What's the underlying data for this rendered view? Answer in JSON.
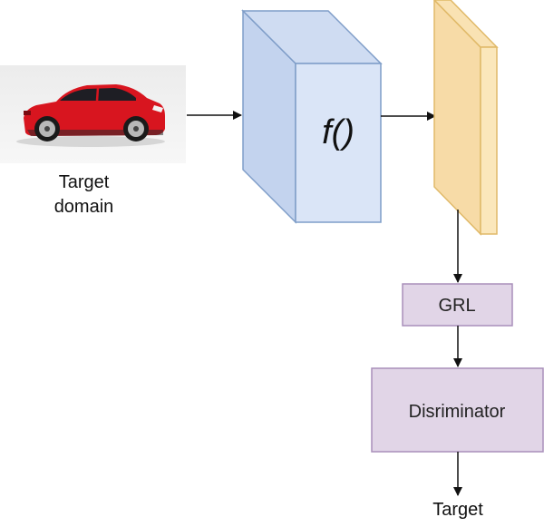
{
  "input": {
    "label_line1": "Target",
    "label_line2": "domain"
  },
  "encoder": {
    "label": "f()"
  },
  "grl": {
    "label": "GRL"
  },
  "discriminator": {
    "label": "Disriminator"
  },
  "output": {
    "label": "Target"
  },
  "colors": {
    "encoder_front": "#dae5f7",
    "encoder_side": "#c3d3ee",
    "encoder_stroke": "#7f9dc8",
    "feature_front": "#f7dba7",
    "feature_side": "#fbe7bb",
    "feature_stroke": "#e0b968",
    "box_fill": "#e1d5e7",
    "box_stroke": "#a98fba",
    "car_body": "#d8151f",
    "arrow": "#111111"
  }
}
